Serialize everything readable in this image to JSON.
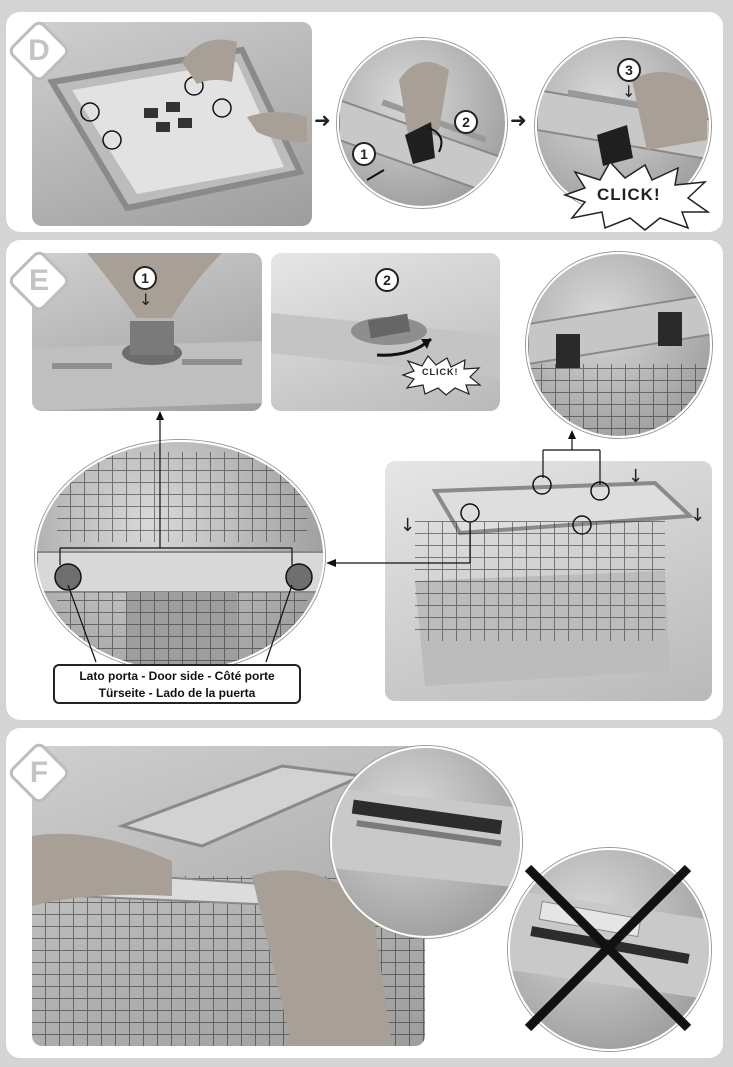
{
  "sections": [
    {
      "letter": "D"
    },
    {
      "letter": "E"
    },
    {
      "letter": "F"
    }
  ],
  "steps": {
    "d1": "1",
    "d2": "2",
    "d3": "3",
    "e1": "1",
    "e2": "2"
  },
  "click": {
    "large": "CLICK!",
    "small": "CLICK!"
  },
  "door_label": {
    "line1": "Lato porta - Door side - Côté porte",
    "line2": "Türseite - Lado de la puerta"
  }
}
